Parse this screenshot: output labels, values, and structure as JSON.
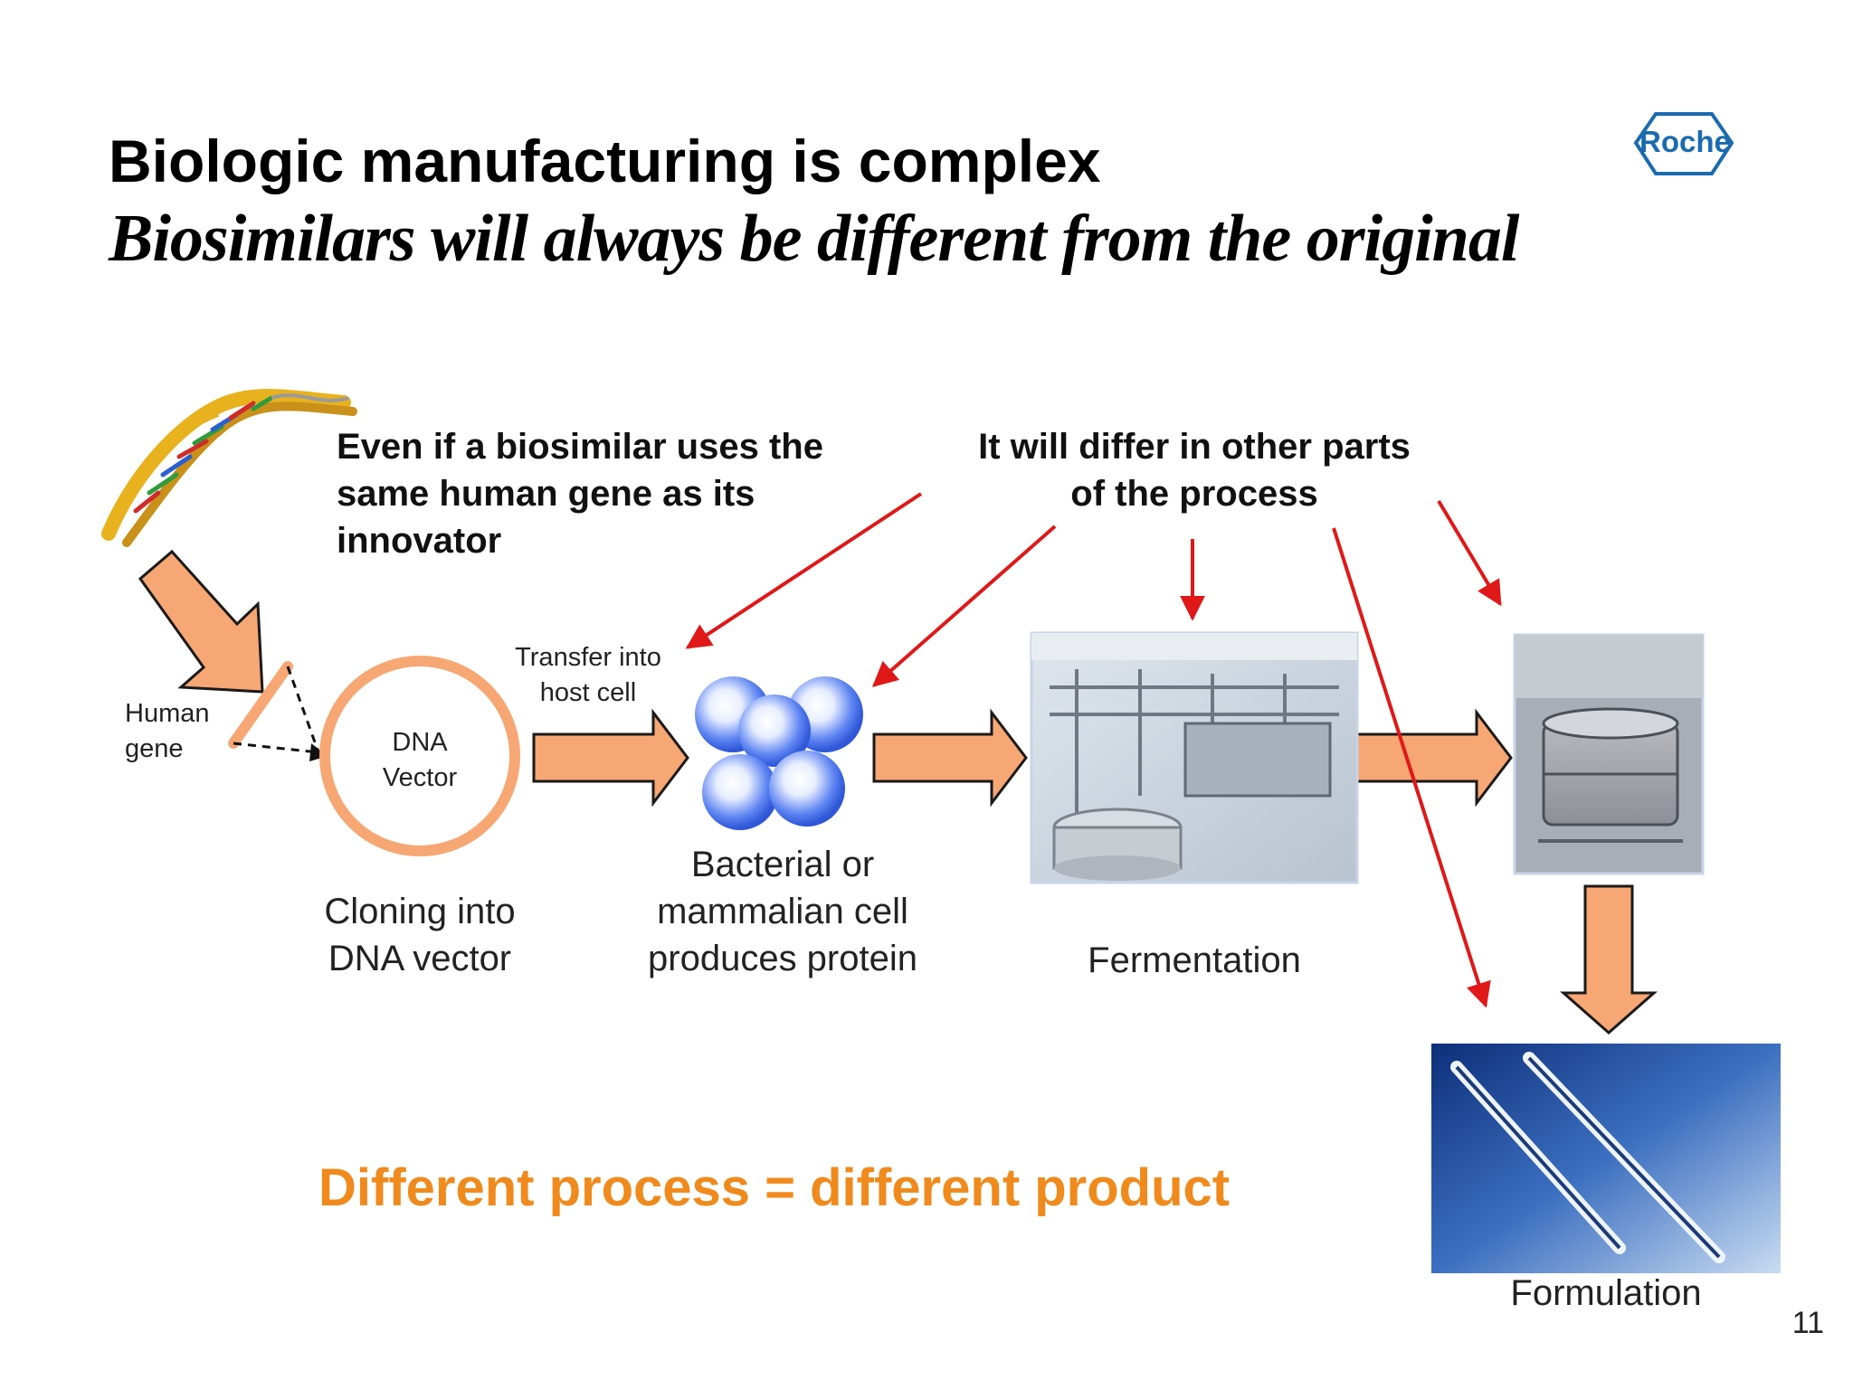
{
  "header": {
    "title": "Biologic manufacturing is complex",
    "subtitle": "Biosimilars will always be different from the original"
  },
  "logo": {
    "text": "Roche",
    "color": "#1a6bb0"
  },
  "notes": {
    "left": [
      "Even if a biosimilar uses the",
      "same human gene as its",
      "innovator"
    ],
    "right": [
      "It will differ in other parts",
      "of the process"
    ]
  },
  "diagram": {
    "human_gene": [
      "Human",
      "gene"
    ],
    "dna_vector": [
      "DNA",
      "Vector"
    ],
    "transfer": [
      "Transfer into",
      "host cell"
    ],
    "cloning": [
      "Cloning into",
      "DNA vector"
    ],
    "cell": [
      "Bacterial or",
      "mammalian cell",
      "produces protein"
    ],
    "fermentation": "Fermentation",
    "formulation": "Formulation"
  },
  "tagline": "Different process = different product",
  "page_number": "11",
  "colors": {
    "flow_arrow": "#f7a774",
    "flow_arrow_stroke": "#1a1a1a",
    "annotation_arrow": "#e01818",
    "tagline": "#f08a1c",
    "cell_blue": "#4f7cf0"
  }
}
